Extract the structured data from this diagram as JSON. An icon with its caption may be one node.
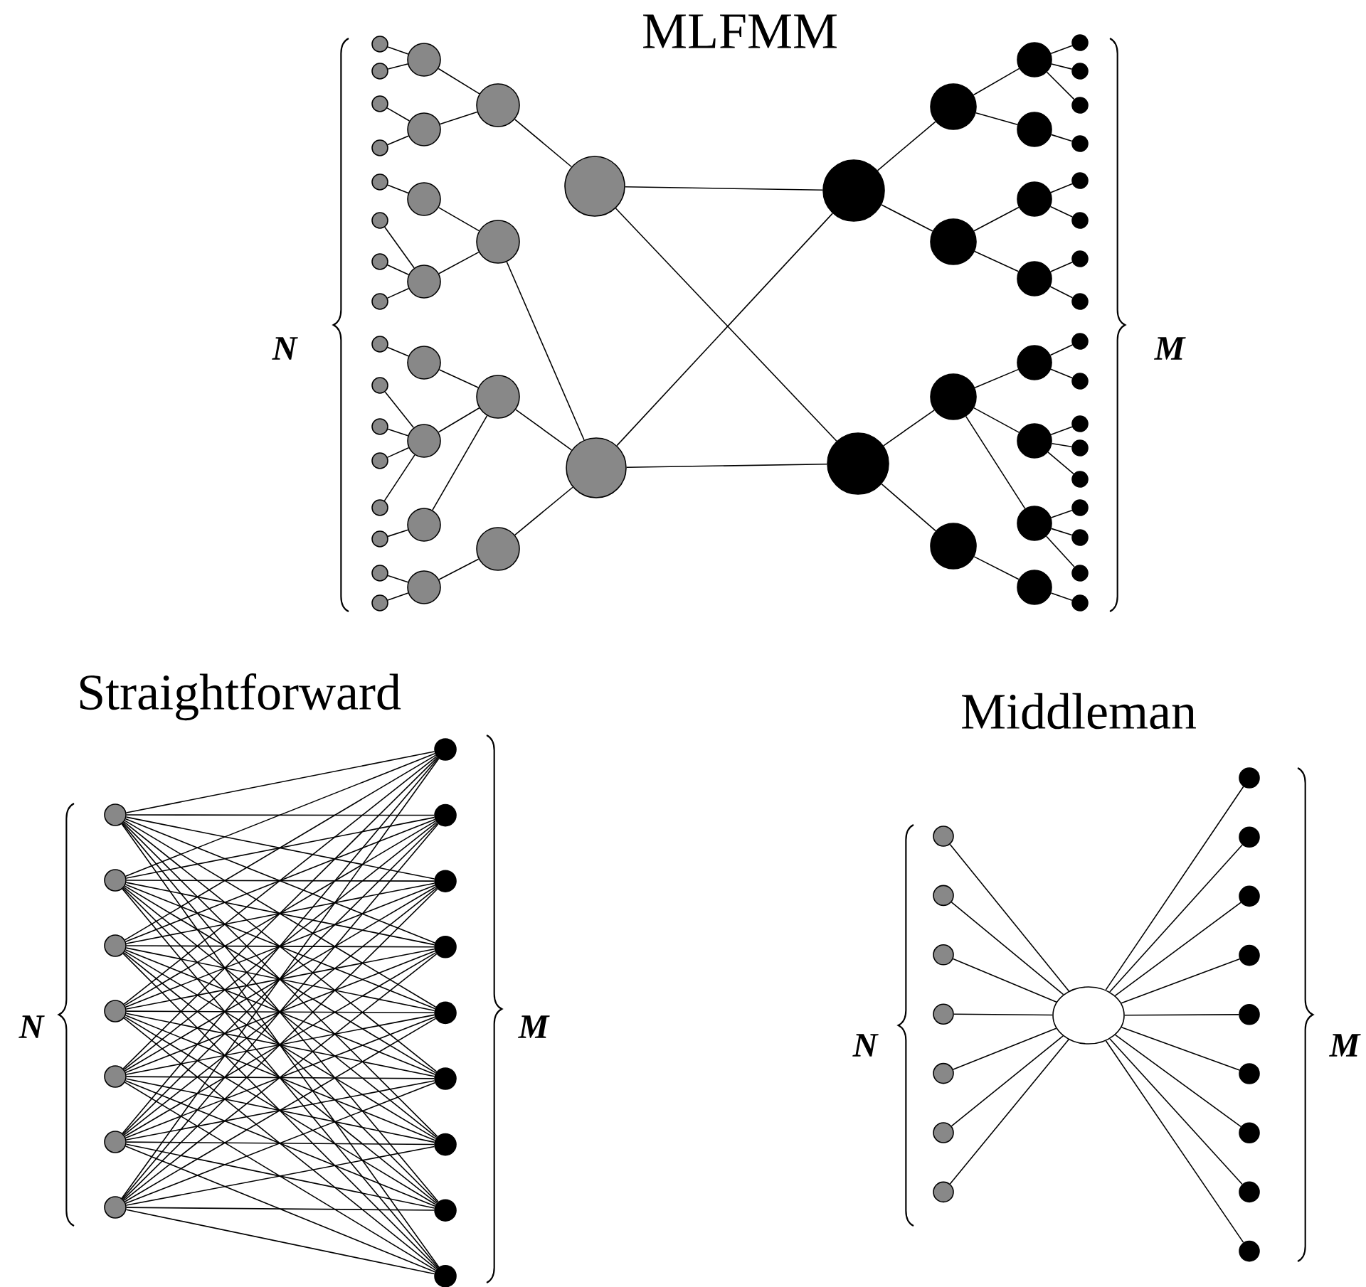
{
  "diagram": {
    "nodes": [
      {
        "text": [],
        "shape": "circle"
      },
      {
        "text": [],
        "shape": "circle"
      },
      {
        "text": [],
        "shape": "circle"
      },
      {
        "text": [],
        "shape": "circle"
      },
      {
        "text": [],
        "shape": "circle"
      },
      {
        "text": [],
        "shape": "circle"
      },
      {
        "text": [],
        "shape": "circle"
      },
      {
        "text": [],
        "shape": "circle"
      },
      {
        "text": [],
        "shape": "circle"
      },
      {
        "text": [],
        "shape": "circle"
      },
      {
        "text": [],
        "shape": "circle"
      },
      {
        "text": [],
        "shape": "circle"
      },
      {
        "text": [],
        "shape": "circle"
      },
      {
        "text": [],
        "shape": "circle"
      },
      {
        "text": [],
        "shape": "circle"
      },
      {
        "text": [],
        "shape": "circle"
      },
      {
        "text": [],
        "shape": "circle"
      },
      {
        "text": [],
        "shape": "circle"
      },
      {
        "text": [],
        "shape": "circle"
      },
      {
        "text": [],
        "shape": "circle"
      },
      {
        "text": [],
        "shape": "circle"
      },
      {
        "text": [],
        "shape": "circle"
      },
      {
        "text": [],
        "shape": "circle"
      },
      {
        "text": [],
        "shape": "circle"
      },
      {
        "text": [],
        "shape": "circle"
      },
      {
        "text": [],
        "shape": "circle"
      },
      {
        "text": [],
        "shape": "circle"
      },
      {
        "text": [],
        "shape": "circle"
      },
      {
        "text": [],
        "shape": "circle"
      },
      {
        "text": [],
        "shape": "circle"
      },
      {
        "text": [],
        "shape": "circle"
      },
      {
        "text": [],
        "shape": "circle"
      },
      {
        "text": [],
        "shape": "circle"
      },
      {
        "text": [],
        "shape": "circle"
      },
      {
        "text": [],
        "shape": "circle"
      },
      {
        "text": [],
        "shape": "circle"
      },
      {
        "text": [],
        "shape": "circle"
      },
      {
        "text": [],
        "shape": "circle"
      },
      {
        "text": [],
        "shape": "circle"
      },
      {
        "text": [],
        "shape": "circle"
      },
      {
        "text": [],
        "shape": "circle"
      },
      {
        "text": [],
        "shape": "circle"
      },
      {
        "text": [],
        "shape": "circle"
      },
      {
        "text": [],
        "shape": "circle"
      },
      {
        "text": [],
        "shape": "circle"
      },
      {
        "text": [],
        "shape": "circle"
      },
      {
        "text": [],
        "shape": "circle"
      },
      {
        "text": [],
        "shape": "circle"
      },
      {
        "text": [],
        "shape": "circle"
      },
      {
        "text": [],
        "shape": "circle"
      },
      {
        "text": [],
        "shape": "circle"
      },
      {
        "text": [],
        "shape": "circle"
      },
      {
        "text": [],
        "shape": "circle"
      },
      {
        "text": [],
        "shape": "circle"
      },
      {
        "text": [],
        "shape": "circle"
      },
      {
        "text": [],
        "shape": "circle"
      },
      {
        "text": [],
        "shape": "circle"
      },
      {
        "text": [],
        "shape": "circle"
      },
      {
        "text": [],
        "shape": "circle"
      },
      {
        "text": [],
        "shape": "circle"
      },
      {
        "text": [],
        "shape": "circle"
      },
      {
        "text": [],
        "shape": "circle"
      },
      {
        "text": [],
        "shape": "circle"
      },
      {
        "text": [],
        "shape": "circle"
      },
      {
        "text": [],
        "shape": "circle"
      },
      {
        "text": [],
        "shape": "circle"
      },
      {
        "text": [],
        "shape": "circle"
      },
      {
        "text": [],
        "shape": "circle"
      },
      {
        "text": [],
        "shape": "circle"
      },
      {
        "text": [],
        "shape": "circle"
      },
      {
        "text": [],
        "shape": "circle"
      },
      {
        "text": [],
        "shape": "circle"
      },
      {
        "text": [],
        "shape": "circle"
      },
      {
        "text": [],
        "shape": "circle"
      },
      {
        "text": [],
        "shape": "circle"
      },
      {
        "text": [],
        "shape": "circle"
      },
      {
        "text": [],
        "shape": "circle"
      },
      {
        "text": [],
        "shape": "circle"
      },
      {
        "text": [],
        "shape": "circle"
      },
      {
        "text": [],
        "shape": "circle"
      },
      {
        "text": [],
        "shape": "circle"
      },
      {
        "text": [],
        "shape": "circle"
      },
      {
        "text": [],
        "shape": "circle"
      },
      {
        "text": [],
        "shape": "circle"
      },
      {
        "text": [],
        "shape": "circle"
      },
      {
        "text": [],
        "shape": "circle"
      },
      {
        "text": [],
        "shape": "circle"
      },
      {
        "text": [],
        "shape": "circle"
      },
      {
        "text": [],
        "shape": "circle"
      },
      {
        "text": [],
        "shape": "circle"
      },
      {
        "text": [],
        "shape": "circle"
      },
      {
        "text": [],
        "shape": "circle"
      },
      {
        "text": [],
        "shape": "circle"
      },
      {
        "text": [],
        "shape": "circle"
      }
    ],
    "edges": [
      {
        "from": 0,
        "to": 16,
        "arrow": "none"
      },
      {
        "from": 1,
        "to": 16,
        "arrow": "none"
      },
      {
        "from": 2,
        "to": 17,
        "arrow": "none"
      },
      {
        "from": 3,
        "to": 17,
        "arrow": "none"
      },
      {
        "from": 4,
        "to": 18,
        "arrow": "none"
      },
      {
        "from": 5,
        "to": 19,
        "arrow": "none"
      },
      {
        "from": 6,
        "to": 19,
        "arrow": "none"
      },
      {
        "from": 7,
        "to": 19,
        "arrow": "none"
      },
      {
        "from": 8,
        "to": 20,
        "arrow": "none"
      },
      {
        "from": 9,
        "to": 21,
        "arrow": "none"
      },
      {
        "from": 10,
        "to": 21,
        "arrow": "none"
      },
      {
        "from": 11,
        "to": 21,
        "arrow": "none"
      },
      {
        "from": 12,
        "to": 21,
        "arrow": "none"
      },
      {
        "from": 13,
        "to": 22,
        "arrow": "none"
      },
      {
        "from": 14,
        "to": 23,
        "arrow": "none"
      },
      {
        "from": 15,
        "to": 23,
        "arrow": "none"
      },
      {
        "from": 16,
        "to": 24,
        "arrow": "none"
      },
      {
        "from": 17,
        "to": 24,
        "arrow": "none"
      },
      {
        "from": 18,
        "to": 25,
        "arrow": "none"
      },
      {
        "from": 19,
        "to": 25,
        "arrow": "none"
      },
      {
        "from": 20,
        "to": 26,
        "arrow": "none"
      },
      {
        "from": 21,
        "to": 26,
        "arrow": "none"
      },
      {
        "from": 22,
        "to": 26,
        "arrow": "none"
      },
      {
        "from": 23,
        "to": 27,
        "arrow": "none"
      },
      {
        "from": 24,
        "to": 28,
        "arrow": "none"
      },
      {
        "from": 25,
        "to": 29,
        "arrow": "none"
      },
      {
        "from": 26,
        "to": 29,
        "arrow": "none"
      },
      {
        "from": 27,
        "to": 29,
        "arrow": "none"
      },
      {
        "from": 28,
        "to": 30,
        "arrow": "none"
      },
      {
        "from": 28,
        "to": 31,
        "arrow": "none"
      },
      {
        "from": 29,
        "to": 30,
        "arrow": "none"
      },
      {
        "from": 29,
        "to": 31,
        "arrow": "none"
      },
      {
        "from": 30,
        "to": 32,
        "arrow": "none"
      },
      {
        "from": 30,
        "to": 33,
        "arrow": "none"
      },
      {
        "from": 31,
        "to": 34,
        "arrow": "none"
      },
      {
        "from": 31,
        "to": 35,
        "arrow": "none"
      },
      {
        "from": 32,
        "to": 36,
        "arrow": "none"
      },
      {
        "from": 32,
        "to": 37,
        "arrow": "none"
      },
      {
        "from": 33,
        "to": 38,
        "arrow": "none"
      },
      {
        "from": 33,
        "to": 39,
        "arrow": "none"
      },
      {
        "from": 34,
        "to": 40,
        "arrow": "none"
      },
      {
        "from": 34,
        "to": 41,
        "arrow": "none"
      },
      {
        "from": 34,
        "to": 42,
        "arrow": "none"
      },
      {
        "from": 35,
        "to": 43,
        "arrow": "none"
      },
      {
        "from": 36,
        "to": 44,
        "arrow": "none"
      },
      {
        "from": 36,
        "to": 45,
        "arrow": "none"
      },
      {
        "from": 36,
        "to": 46,
        "arrow": "none"
      },
      {
        "from": 37,
        "to": 47,
        "arrow": "none"
      },
      {
        "from": 38,
        "to": 48,
        "arrow": "none"
      },
      {
        "from": 38,
        "to": 49,
        "arrow": "none"
      },
      {
        "from": 39,
        "to": 50,
        "arrow": "none"
      },
      {
        "from": 39,
        "to": 51,
        "arrow": "none"
      },
      {
        "from": 40,
        "to": 52,
        "arrow": "none"
      },
      {
        "from": 40,
        "to": 53,
        "arrow": "none"
      },
      {
        "from": 41,
        "to": 54,
        "arrow": "none"
      },
      {
        "from": 41,
        "to": 55,
        "arrow": "none"
      },
      {
        "from": 41,
        "to": 56,
        "arrow": "none"
      },
      {
        "from": 42,
        "to": 57,
        "arrow": "none"
      },
      {
        "from": 42,
        "to": 58,
        "arrow": "none"
      },
      {
        "from": 42,
        "to": 59,
        "arrow": "none"
      },
      {
        "from": 43,
        "to": 60,
        "arrow": "none"
      },
      {
        "from": 61,
        "to": 68,
        "arrow": "none"
      },
      {
        "from": 61,
        "to": 69,
        "arrow": "none"
      },
      {
        "from": 61,
        "to": 70,
        "arrow": "none"
      },
      {
        "from": 61,
        "to": 71,
        "arrow": "none"
      },
      {
        "from": 61,
        "to": 72,
        "arrow": "none"
      },
      {
        "from": 61,
        "to": 73,
        "arrow": "none"
      },
      {
        "from": 61,
        "to": 74,
        "arrow": "none"
      },
      {
        "from": 61,
        "to": 75,
        "arrow": "none"
      },
      {
        "from": 61,
        "to": 76,
        "arrow": "none"
      },
      {
        "from": 62,
        "to": 68,
        "arrow": "none"
      },
      {
        "from": 62,
        "to": 69,
        "arrow": "none"
      },
      {
        "from": 62,
        "to": 70,
        "arrow": "none"
      },
      {
        "from": 62,
        "to": 71,
        "arrow": "none"
      },
      {
        "from": 62,
        "to": 72,
        "arrow": "none"
      },
      {
        "from": 62,
        "to": 73,
        "arrow": "none"
      },
      {
        "from": 62,
        "to": 74,
        "arrow": "none"
      },
      {
        "from": 62,
        "to": 75,
        "arrow": "none"
      },
      {
        "from": 62,
        "to": 76,
        "arrow": "none"
      },
      {
        "from": 63,
        "to": 68,
        "arrow": "none"
      },
      {
        "from": 63,
        "to": 69,
        "arrow": "none"
      },
      {
        "from": 63,
        "to": 70,
        "arrow": "none"
      },
      {
        "from": 63,
        "to": 71,
        "arrow": "none"
      },
      {
        "from": 63,
        "to": 72,
        "arrow": "none"
      },
      {
        "from": 63,
        "to": 73,
        "arrow": "none"
      },
      {
        "from": 63,
        "to": 74,
        "arrow": "none"
      },
      {
        "from": 63,
        "to": 75,
        "arrow": "none"
      },
      {
        "from": 63,
        "to": 76,
        "arrow": "none"
      },
      {
        "from": 64,
        "to": 68,
        "arrow": "none"
      },
      {
        "from": 64,
        "to": 69,
        "arrow": "none"
      },
      {
        "from": 64,
        "to": 70,
        "arrow": "none"
      },
      {
        "from": 64,
        "to": 71,
        "arrow": "none"
      },
      {
        "from": 64,
        "to": 72,
        "arrow": "none"
      },
      {
        "from": 64,
        "to": 73,
        "arrow": "none"
      },
      {
        "from": 64,
        "to": 74,
        "arrow": "none"
      },
      {
        "from": 64,
        "to": 75,
        "arrow": "none"
      },
      {
        "from": 64,
        "to": 76,
        "arrow": "none"
      },
      {
        "from": 65,
        "to": 68,
        "arrow": "none"
      },
      {
        "from": 65,
        "to": 69,
        "arrow": "none"
      },
      {
        "from": 65,
        "to": 70,
        "arrow": "none"
      },
      {
        "from": 65,
        "to": 71,
        "arrow": "none"
      },
      {
        "from": 65,
        "to": 72,
        "arrow": "none"
      },
      {
        "from": 65,
        "to": 73,
        "arrow": "none"
      },
      {
        "from": 65,
        "to": 74,
        "arrow": "none"
      },
      {
        "from": 65,
        "to": 75,
        "arrow": "none"
      },
      {
        "from": 65,
        "to": 76,
        "arrow": "none"
      },
      {
        "from": 66,
        "to": 68,
        "arrow": "none"
      },
      {
        "from": 66,
        "to": 69,
        "arrow": "none"
      },
      {
        "from": 66,
        "to": 70,
        "arrow": "none"
      },
      {
        "from": 66,
        "to": 71,
        "arrow": "none"
      },
      {
        "from": 66,
        "to": 72,
        "arrow": "none"
      },
      {
        "from": 66,
        "to": 73,
        "arrow": "none"
      },
      {
        "from": 66,
        "to": 74,
        "arrow": "none"
      },
      {
        "from": 66,
        "to": 75,
        "arrow": "none"
      },
      {
        "from": 66,
        "to": 76,
        "arrow": "none"
      },
      {
        "from": 67,
        "to": 68,
        "arrow": "none"
      },
      {
        "from": 67,
        "to": 69,
        "arrow": "none"
      },
      {
        "from": 67,
        "to": 70,
        "arrow": "none"
      },
      {
        "from": 67,
        "to": 71,
        "arrow": "none"
      },
      {
        "from": 67,
        "to": 72,
        "arrow": "none"
      },
      {
        "from": 67,
        "to": 73,
        "arrow": "none"
      },
      {
        "from": 67,
        "to": 74,
        "arrow": "none"
      },
      {
        "from": 67,
        "to": 75,
        "arrow": "none"
      },
      {
        "from": 67,
        "to": 76,
        "arrow": "none"
      },
      {
        "from": 77,
        "to": 84,
        "arrow": "none"
      },
      {
        "from": 78,
        "to": 84,
        "arrow": "none"
      },
      {
        "from": 79,
        "to": 84,
        "arrow": "none"
      },
      {
        "from": 80,
        "to": 84,
        "arrow": "none"
      },
      {
        "from": 81,
        "to": 84,
        "arrow": "none"
      },
      {
        "from": 82,
        "to": 84,
        "arrow": "none"
      },
      {
        "from": 83,
        "to": 84,
        "arrow": "none"
      },
      {
        "from": 84,
        "to": 85,
        "arrow": "none"
      },
      {
        "from": 84,
        "to": 86,
        "arrow": "none"
      },
      {
        "from": 84,
        "to": 87,
        "arrow": "none"
      },
      {
        "from": 84,
        "to": 88,
        "arrow": "none"
      },
      {
        "from": 84,
        "to": 89,
        "arrow": "none"
      },
      {
        "from": 84,
        "to": 90,
        "arrow": "none"
      },
      {
        "from": 84,
        "to": 91,
        "arrow": "none"
      },
      {
        "from": 84,
        "to": 92,
        "arrow": "none"
      },
      {
        "from": 84,
        "to": 93,
        "arrow": "none"
      }
    ],
    "labels": [
      "MLFMM",
      "N",
      "M",
      "Straightforward",
      "N",
      "M",
      "Middleman",
      "N",
      "M"
    ]
  }
}
